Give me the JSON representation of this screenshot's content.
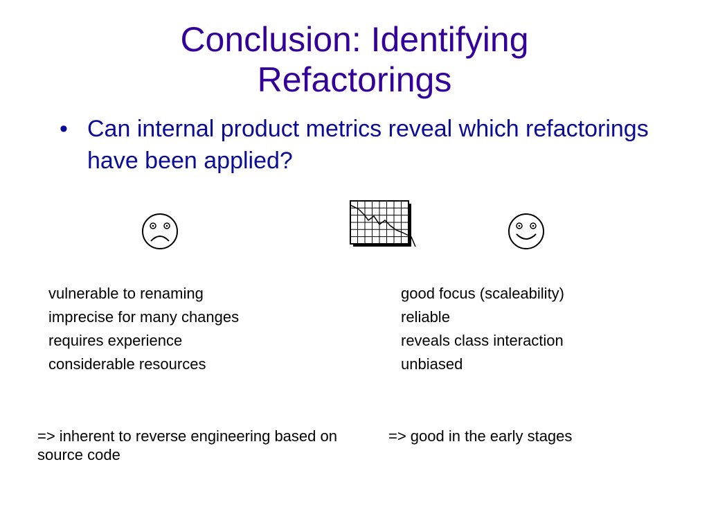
{
  "title": {
    "line1": "Conclusion: Identifying",
    "line2": "Refactorings"
  },
  "bullet": {
    "marker": "•",
    "text": "Can internal product metrics reveal which refactorings have been applied?"
  },
  "icons": {
    "left": "sad-face-icon",
    "center": "chart-icon",
    "right": "happy-face-icon"
  },
  "left_list": [
    "vulnerable to renaming",
    "imprecise for many changes",
    "requires experience",
    "considerable resources"
  ],
  "right_list": [
    "good focus (scaleability)",
    "reliable",
    "reveals class interaction",
    "unbiased"
  ],
  "conclusions": {
    "left": "=> inherent to reverse engineering based on source code",
    "right": "=> good in the early stages"
  },
  "colors": {
    "title": "#330099",
    "bullet": "#0b0b99",
    "body": "#000000"
  }
}
